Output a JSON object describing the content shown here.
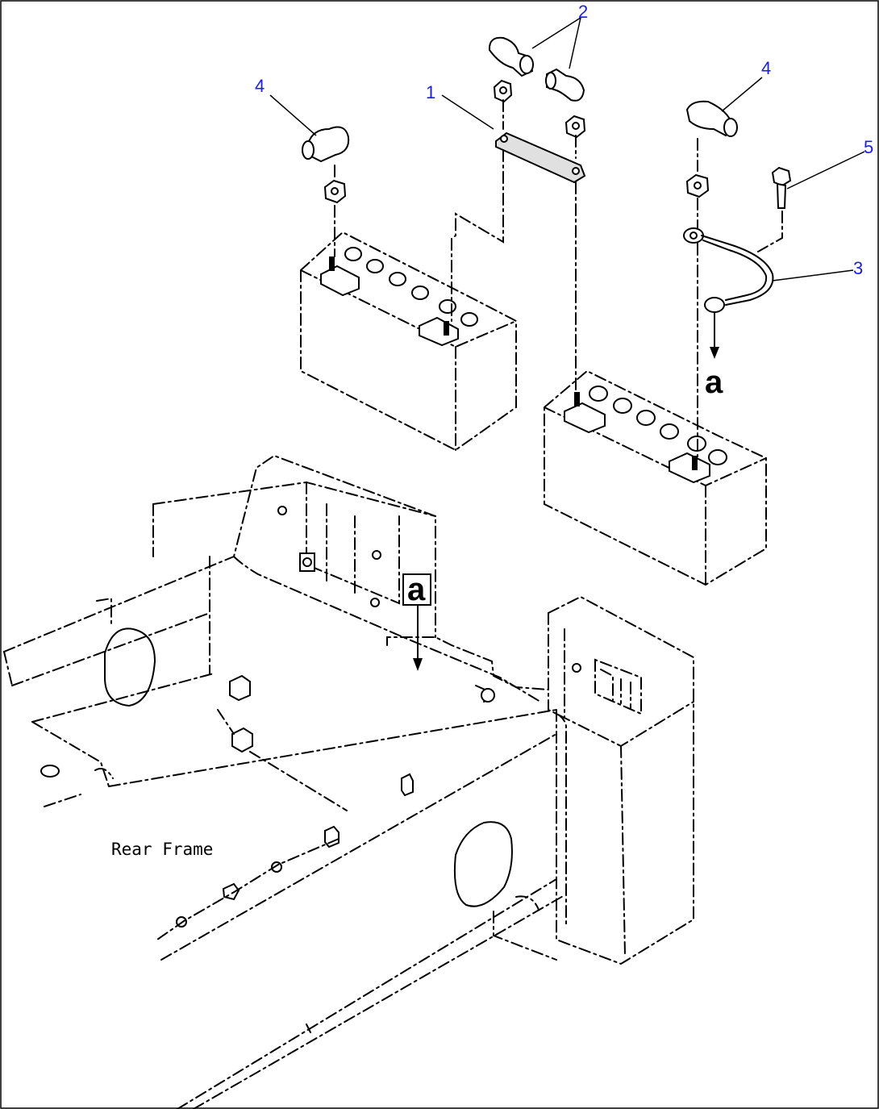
{
  "callouts": {
    "c1": "1",
    "c2": "2",
    "c3": "3",
    "c4_left": "4",
    "c4_right": "4",
    "c5": "5"
  },
  "view_marks": {
    "a_cable": "a",
    "a_frame": "a"
  },
  "caption": "Rear Frame",
  "colors": {
    "callout": "#1a1aff",
    "line": "#000000"
  }
}
